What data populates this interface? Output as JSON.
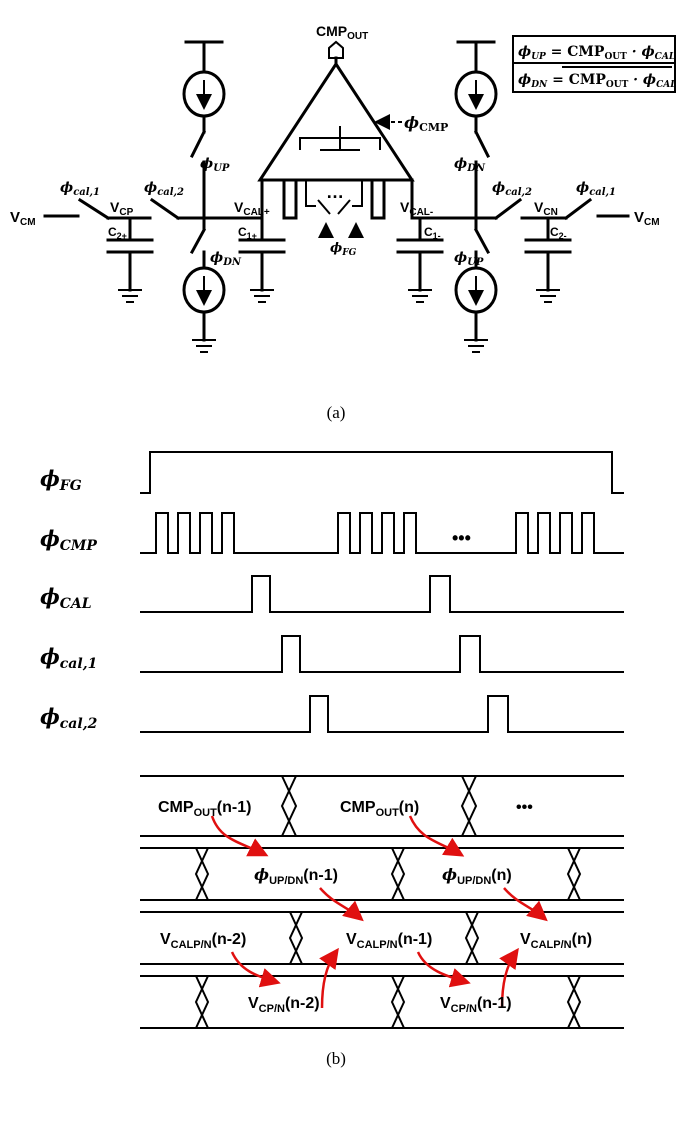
{
  "circuit": {
    "cmp_out_label": "CMP",
    "cmp_out_sub": "OUT",
    "phi_cmp_label": "ϕ",
    "phi_cmp_sub": "CMP",
    "equation_up": "ϕUP = CMPOUT · ϕCAL",
    "equation_dn": "ϕDN = CMPOUT · ϕCAL",
    "eq_up_phi": "ϕ",
    "eq_up_sub": "UP",
    "eq_mid": " = CMP",
    "eq_out": "OUT",
    "eq_dot": " · ϕ",
    "eq_cal": "CAL",
    "eq_dn_phi": "ϕ",
    "eq_dn_sub": "DN",
    "vcm_left": "V",
    "vcm_left_sub": "CM",
    "vcm_right": "V",
    "vcm_right_sub": "CM",
    "vcp": "V",
    "vcp_sub": "CP",
    "vcn": "V",
    "vcn_sub": "CN",
    "vcal_plus": "V",
    "vcal_plus_sub": "CAL+",
    "vcal_minus": "V",
    "vcal_minus_sub": "CAL-",
    "c2_plus": "C",
    "c2_plus_sub": "2+",
    "c1_plus": "C",
    "c1_plus_sub": "1+",
    "c1_minus": "C",
    "c1_minus_sub": "1-",
    "c2_minus": "C",
    "c2_minus_sub": "2-",
    "phi_cal1": "ϕ",
    "phi_cal1_sub": "cal,1",
    "phi_cal2": "ϕ",
    "phi_cal2_sub": "cal,2",
    "phi_up": "ϕ",
    "phi_up_sub": "UP",
    "phi_dn": "ϕ",
    "phi_dn_sub": "DN",
    "phi_fg": "ϕ",
    "phi_fg_sub": "FG",
    "ellipsis": "…",
    "caption": "(a)"
  },
  "timing": {
    "signals": [
      {
        "name": "ϕ",
        "sub": "FG"
      },
      {
        "name": "ϕ",
        "sub": "CMP"
      },
      {
        "name": "ϕ",
        "sub": "CAL"
      },
      {
        "name": "ϕ",
        "sub": "cal,1"
      },
      {
        "name": "ϕ",
        "sub": "cal,2"
      }
    ],
    "ellipsis": "•••"
  },
  "buses": {
    "row1": [
      {
        "main": "CMP",
        "sub": "OUT",
        "tail": "(n-1)"
      },
      {
        "main": "CMP",
        "sub": "OUT",
        "tail": "(n)"
      }
    ],
    "row1_ellipsis": "•••",
    "row2": [
      {
        "main": "ϕ",
        "sub": "UP/DN",
        "tail": "(n-1)"
      },
      {
        "main": "ϕ",
        "sub": "UP/DN",
        "tail": "(n)"
      }
    ],
    "row3": [
      {
        "main": "V",
        "sub": "CALP/N",
        "tail": "(n-2)"
      },
      {
        "main": "V",
        "sub": "CALP/N",
        "tail": "(n-1)"
      },
      {
        "main": "V",
        "sub": "CALP/N",
        "tail": "(n)"
      }
    ],
    "row4": [
      {
        "main": "V",
        "sub": "CP/N",
        "tail": "(n-2)"
      },
      {
        "main": "V",
        "sub": "CP/N",
        "tail": "(n-1)"
      }
    ],
    "caption": "(b)"
  }
}
